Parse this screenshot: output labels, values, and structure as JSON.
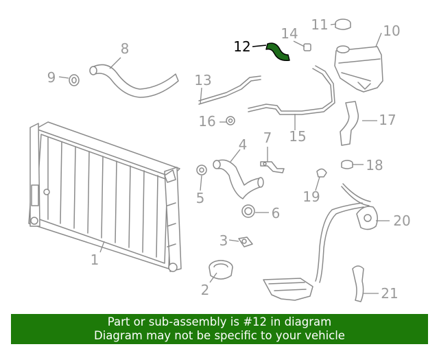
{
  "diagram": {
    "highlighted_part": "12",
    "highlight_color": "#1d6b1a",
    "callouts": {
      "c1": "1",
      "c2": "2",
      "c3": "3",
      "c4": "4",
      "c5": "5",
      "c6": "6",
      "c7": "7",
      "c8": "8",
      "c9": "9",
      "c10": "10",
      "c11": "11",
      "c12": "12",
      "c13": "13",
      "c14": "14",
      "c15": "15",
      "c16": "16",
      "c17": "17",
      "c18": "18",
      "c19": "19",
      "c20": "20",
      "c21": "21"
    }
  },
  "banner": {
    "color": "#1d7a09",
    "line1": "Part or sub-assembly is #12 in diagram",
    "line2": "Diagram may not be specific to your vehicle"
  }
}
